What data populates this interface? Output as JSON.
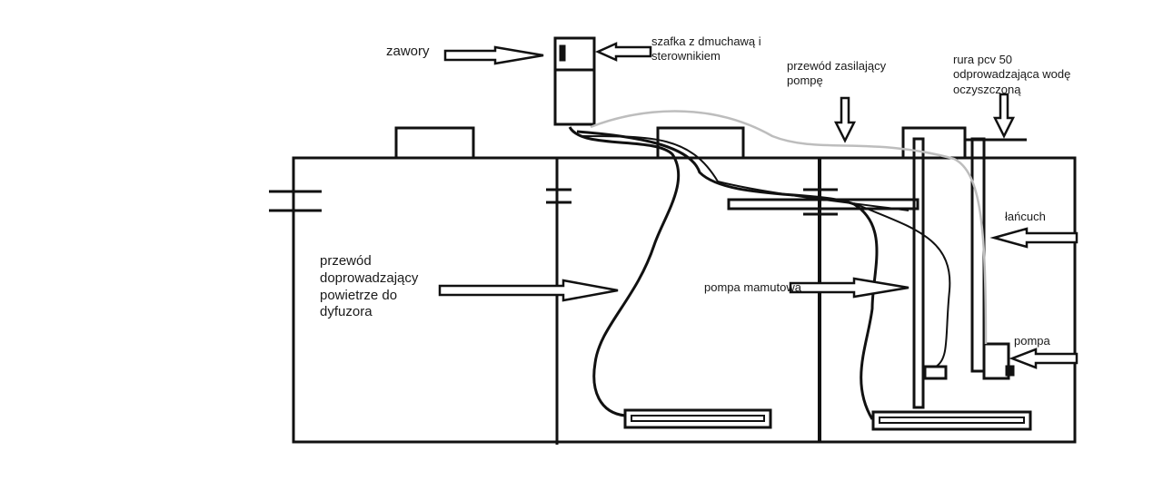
{
  "labels": {
    "valves": "zawory",
    "blower_cabinet": "szafka z dmuchawą i\nsterownikiem",
    "pump_power_cable": "przewód zasilający\npompę",
    "pvc_pipe": "rura pcv 50\nodprowadzająca wodę\noczyszczoną",
    "chain": "łańcuch",
    "air_hose": "przewód\ndoprowadzający\npowietrze do\ndyfuzora",
    "mammoth_pump": "pompa mamutowa",
    "pump": "pompa"
  },
  "colors": {
    "ink": "#111111",
    "cable_grey": "#bdbdbd"
  }
}
